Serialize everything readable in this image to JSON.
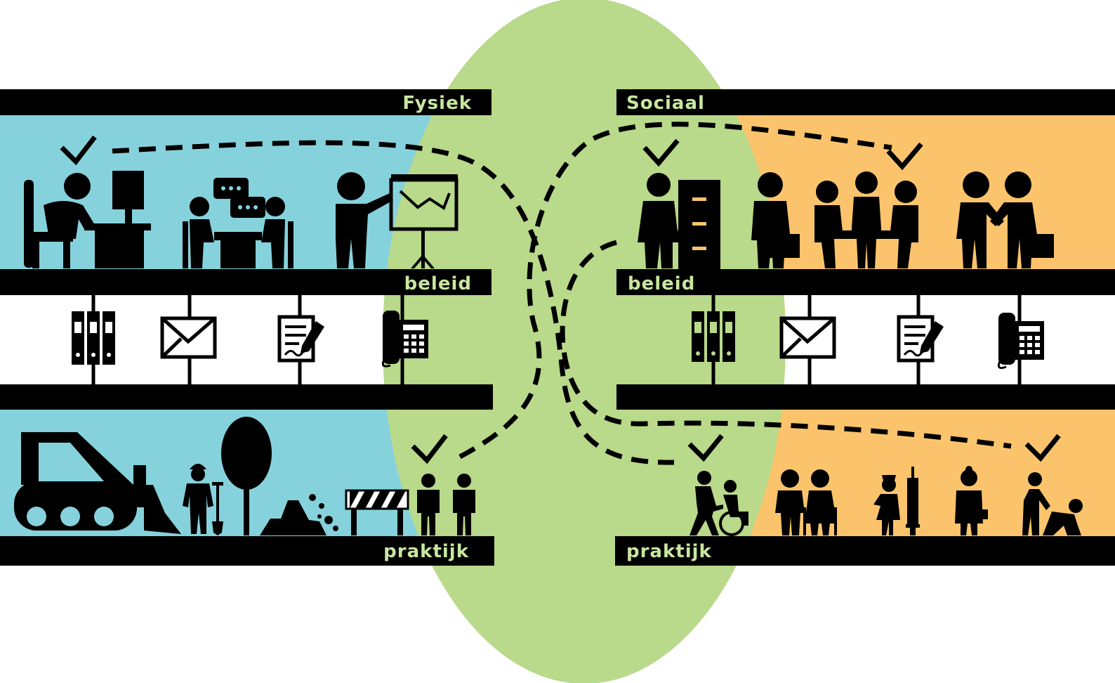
{
  "colors": {
    "overlap": "#b9d98b",
    "physical": "#86d2dc",
    "social": "#fbc46c",
    "bar": "#000000",
    "label": "#c8e6a0",
    "icon": "#000000"
  },
  "physical": {
    "header": "Fysiek",
    "policy_label": "beleid",
    "practice_label": "praktijk",
    "policy_icons": [
      "office-worker-computer-icon",
      "meeting-chat-icon",
      "presenter-chart-icon"
    ],
    "channel_icons": [
      "binders-icon",
      "envelope-icon",
      "document-sign-icon",
      "telephone-icon"
    ],
    "practice_icons": [
      "bulldozer-icon",
      "construction-worker-shovel-icon",
      "tree-icon",
      "soil-pile-icon",
      "road-barrier-icon",
      "citizens-icon"
    ]
  },
  "social": {
    "header": "Sociaal",
    "policy_label": "beleid",
    "practice_label": "praktijk",
    "policy_icons": [
      "official-filing-cabinet-icon",
      "businessman-briefcase-icon",
      "round-table-meeting-icon",
      "handshake-icon"
    ],
    "channel_icons": [
      "binders-icon",
      "envelope-icon",
      "document-sign-icon",
      "telephone-icon"
    ],
    "practice_icons": [
      "caregiver-wheelchair-icon",
      "elderly-couple-icon",
      "nurse-syringe-icon",
      "doctor-icon",
      "helping-fallen-person-icon"
    ]
  }
}
